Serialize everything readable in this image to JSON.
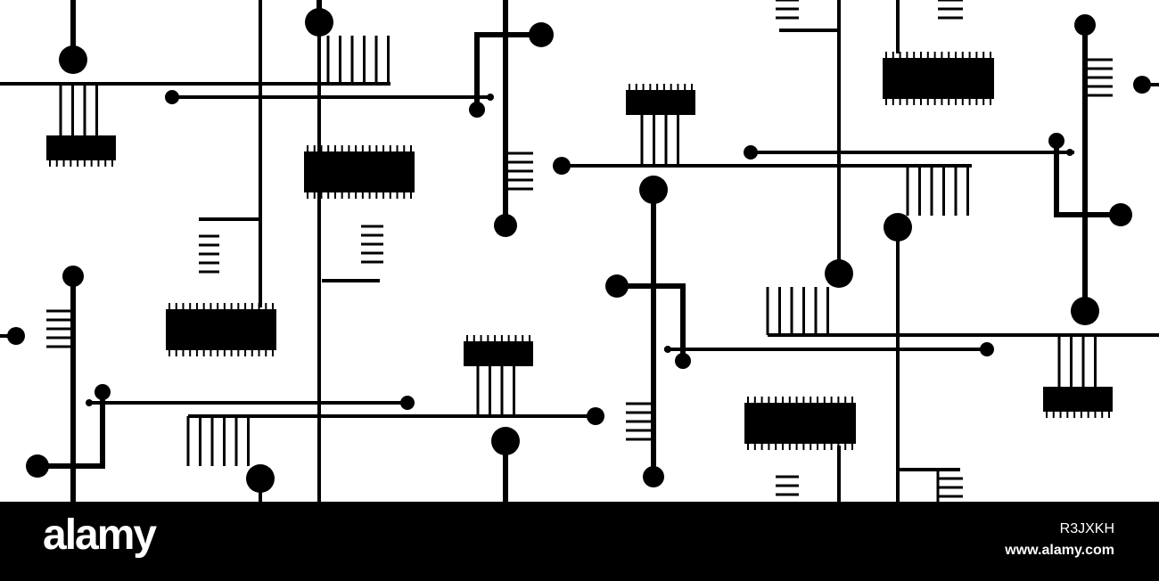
{
  "colors": {
    "ink": "#000000",
    "paper": "#ffffff"
  },
  "footer": {
    "brand": "alamy",
    "image_id": "R3JXKH",
    "site_url": "www.alamy.com"
  }
}
